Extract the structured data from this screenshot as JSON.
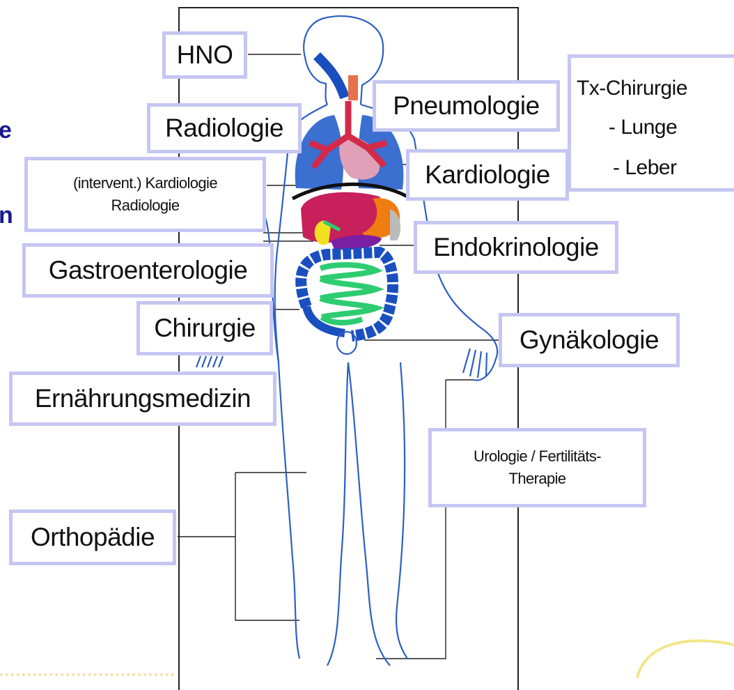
{
  "labels": {
    "hno": "HNO",
    "radiologie": "Radiologie",
    "pneumologie": "Pneumologie",
    "tx_title": "Tx-Chirurgie",
    "tx_lunge": "- Lunge",
    "tx_leber": "- Leber",
    "kardio_intervent": "(intervent.) Kardiologie",
    "kardio_radiologie": "Radiologie",
    "kardiologie": "Kardiologie",
    "endokrinologie": "Endokrinologie",
    "gastroenterologie": "Gastroenterologie",
    "chirurgie": "Chirurgie",
    "gynaekologie": "Gynäkologie",
    "ernaehrungsmedizin": "Ernährungsmedizin",
    "urologie_line1": "Urologie / Fertilitäts-",
    "urologie_line2": "Therapie",
    "orthopaedie": "Orthopädie"
  },
  "edge_fragments": [
    "e",
    "n"
  ],
  "colors": {
    "label_border": "#c6c6f2",
    "body_outline": "#2d5fc4",
    "lung": "#3b6fd0",
    "bronchi": "#d42a4a",
    "heart": "#e0a0b8",
    "liver": "#c8205a",
    "stomach": "#f07d12",
    "gallbladder": "#f0e020",
    "pancreas": "#7b1fa2",
    "small_intestine": "#2ecc71",
    "large_intestine": "#1a4fc0"
  }
}
